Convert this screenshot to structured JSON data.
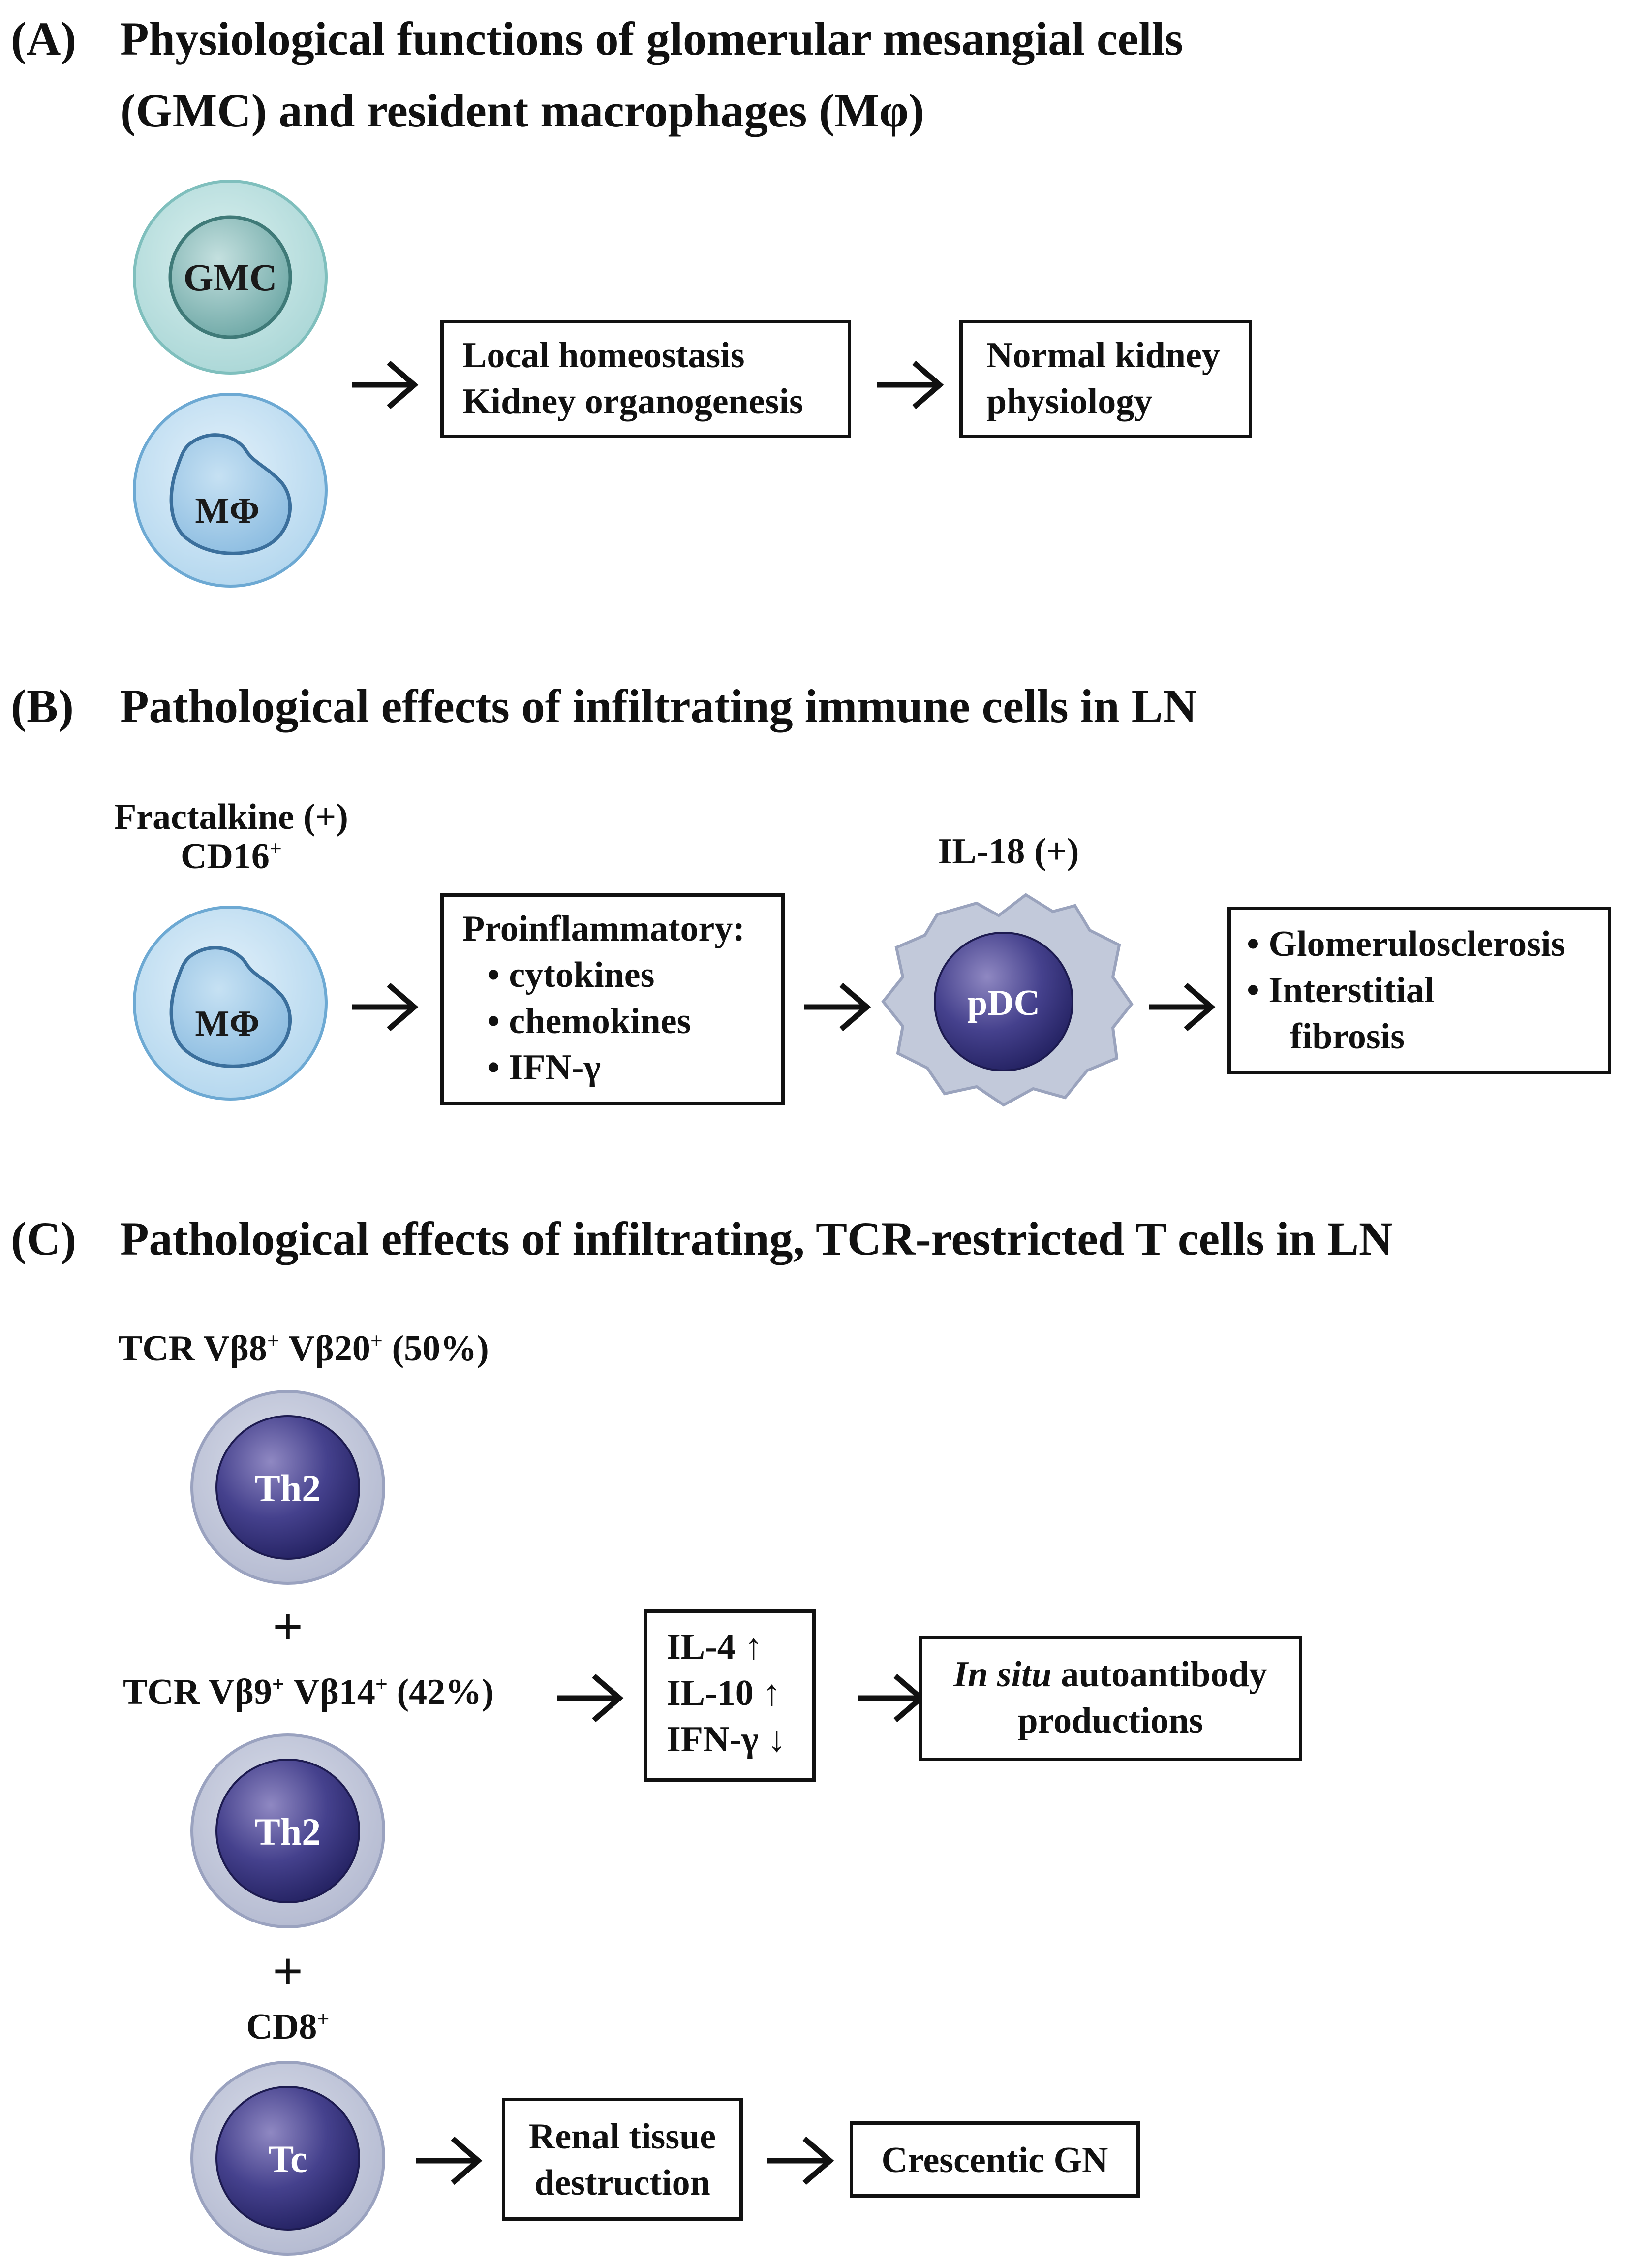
{
  "panel_a": {
    "letter": "(A)",
    "title_line1": "Physiological functions of glomerular mesangial cells",
    "title_line2": "(GMC) and resident macrophages (Mφ)",
    "cell_gmc": "GMC",
    "cell_mphi": "MΦ",
    "box1_line1": "Local homeostasis",
    "box1_line2": "Kidney organogenesis",
    "box2_line1": "Normal kidney",
    "box2_line2": "physiology"
  },
  "panel_b": {
    "letter": "(B)",
    "title": "Pathological effects of infiltrating immune cells in LN",
    "label_line1": "Fractalkine (+)",
    "label_cd16": "CD16",
    "label_cd16_sup": "+",
    "cell_mphi": "MΦ",
    "box1_head": "Proinflammatory:",
    "box1_items": [
      "cytokines",
      "chemokines",
      "IFN-γ"
    ],
    "label_il18": "IL-18 (+)",
    "cell_pdc": "pDC",
    "box2_items": [
      "Glomerulosclerosis",
      "Interstitial"
    ],
    "box2_cont": "fibrosis"
  },
  "panel_c": {
    "letter": "(C)",
    "title": "Pathological effects of infiltrating, TCR-restricted T cells in LN",
    "tcr1": {
      "p1": "TCR Vβ8",
      "s1": "+",
      "p2": " Vβ20",
      "s2": "+",
      "p3": " (50%)"
    },
    "tcr2": {
      "p1": "TCR Vβ9",
      "s1": "+",
      "p2": " Vβ14",
      "s2": "+",
      "p3": " (42%)"
    },
    "cd8": {
      "p1": "CD8",
      "s1": "+"
    },
    "plus": "+",
    "cell_th2": "Th2",
    "cell_tc": "Tc",
    "cytokines": [
      "IL-4 ↑",
      "IL-10 ↑",
      "IFN-γ ↓"
    ],
    "auto_italic": "In situ",
    "auto_rest": " autoantibody",
    "auto_line2": "productions",
    "renal_line1": "Renal tissue",
    "renal_line2": "destruction",
    "crescentic": "Crescentic GN"
  },
  "colors": {
    "gmc_outer": "#bfe3e3",
    "gmc_inner": "#8ec1bf",
    "mphi_outer": "#c4e0f3",
    "mphi_nucleus": "#a3cbe7",
    "tcell_outer": "#c6cbdc",
    "tcell_core": "#3b3b82",
    "pdc_body": "#c2c9d9",
    "pdc_core": "#3d3a85"
  }
}
